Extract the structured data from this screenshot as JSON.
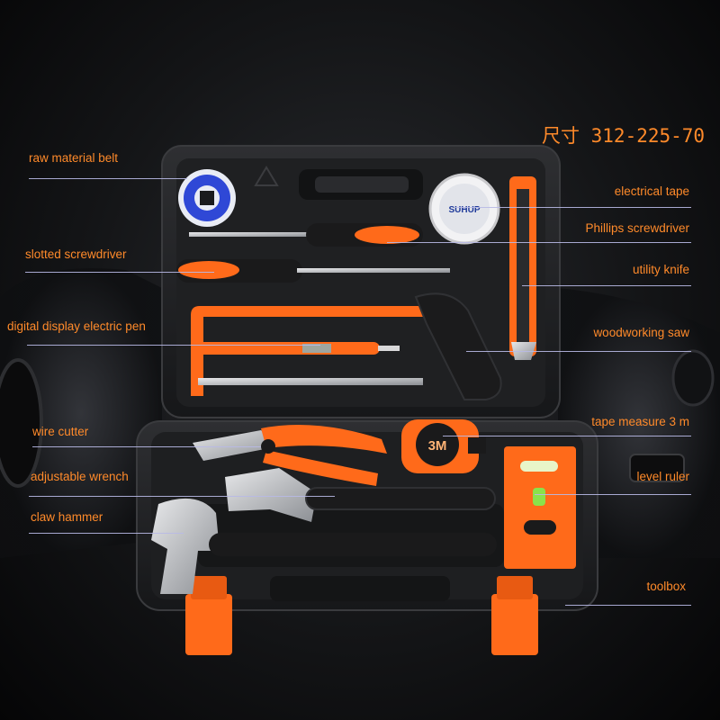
{
  "spec_text": "尺寸 312-225-70",
  "labels": {
    "raw_material_belt": "raw material belt",
    "slotted_screwdriver": "slotted screwdriver",
    "digital_pen": "digital display electric pen",
    "wire_cutter": "wire cutter",
    "adjustable_wrench": "adjustable wrench",
    "claw_hammer": "claw hammer",
    "electrical_tape": "electrical tape",
    "phillips_screwdriver": "Phillips screwdriver",
    "utility_knife": "utility knife",
    "woodworking_saw": "woodworking saw",
    "tape_measure": "tape measure 3 m",
    "level_ruler": "level ruler",
    "toolbox": "toolbox"
  },
  "printed": {
    "tape_brand": "3M",
    "electrical_tape_brand": "SUHUP"
  },
  "colors": {
    "label": "#ff8a2a",
    "leader_line": "#b8b9e6",
    "tool_orange": "#ff6a1a",
    "case_black": "#1d1e20"
  }
}
